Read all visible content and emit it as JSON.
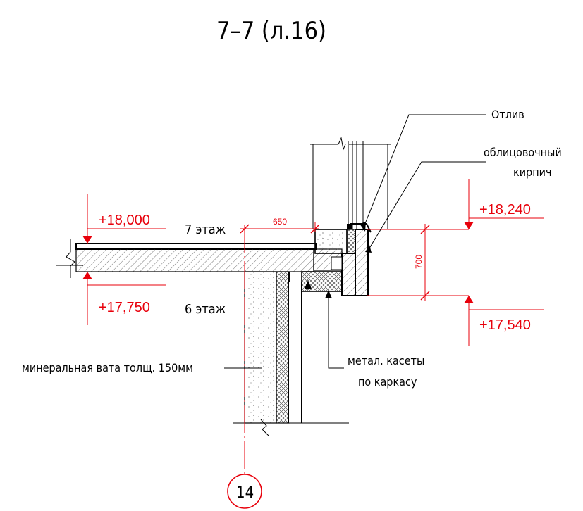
{
  "title": "7–7 (л.16)",
  "levels": {
    "left_top": "+18,000",
    "left_bottom": "+17,750",
    "right_top": "+18,240",
    "right_bottom": "+17,540"
  },
  "floors": {
    "upper": "7 этаж",
    "lower": "6 этаж"
  },
  "dimensions": {
    "horizontal": "650",
    "vertical": "700"
  },
  "callouts": {
    "otliv": "Отлив",
    "brick_line1": "облицовочный",
    "brick_line2": "кирпич",
    "insulation": "минеральная вата толщ. 150мм",
    "cassette_line1": "метал. касеты",
    "cassette_line2": "по каркасу"
  },
  "axis": "14",
  "colors": {
    "red": "#e8000b",
    "black": "#000000"
  }
}
